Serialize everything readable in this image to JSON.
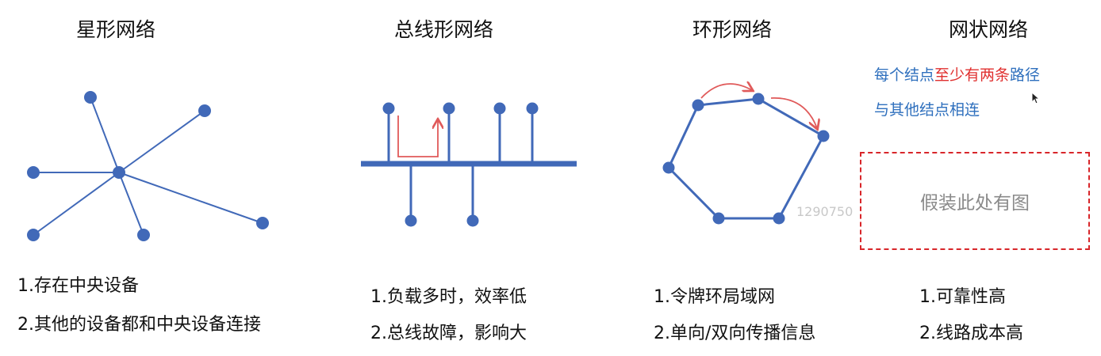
{
  "panels": [
    {
      "title": "星形网络",
      "points": [
        "1.存在中央设备",
        "2.其他的设备都和中央设备连接"
      ]
    },
    {
      "title": "总线形网络",
      "points": [
        "1.负载多时，效率低",
        "2.总线故障，影响大"
      ]
    },
    {
      "title": "环形网络",
      "points": [
        "1.令牌环局域网",
        "2.单向/双向传播信息"
      ]
    },
    {
      "title": "网状网络",
      "note": {
        "line1_a": "每个结点",
        "line1_b": "至少有两条",
        "line1_c": "路径",
        "line2": "与其他结点相连"
      },
      "placeholder": "假装此处有图",
      "points": [
        "1.可靠性高",
        "2.线路成本高"
      ]
    }
  ],
  "watermark": "1290750",
  "colors": {
    "diagram": "#4169b8",
    "arrow": "#e05a5a",
    "highlight": "#e0302f",
    "note": "#2e6fbd"
  },
  "icons": [
    "mouse-cursor-icon"
  ]
}
